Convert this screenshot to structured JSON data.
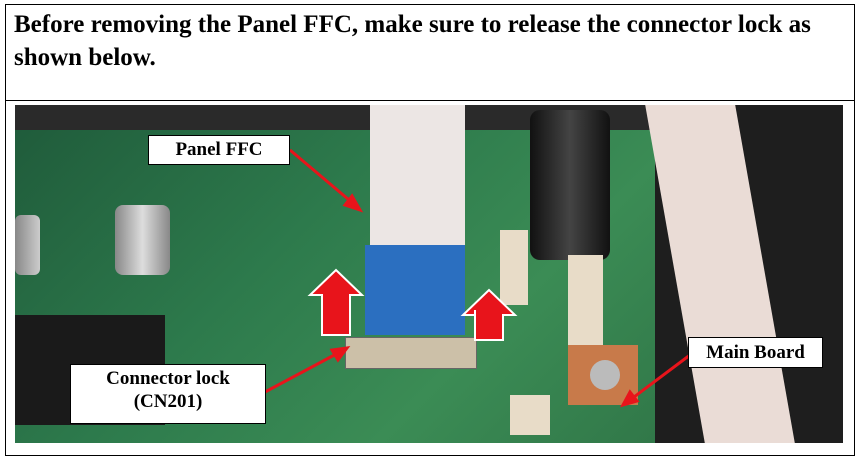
{
  "title": "Before removing the Panel FFC, make sure to release the connector lock as shown below.",
  "labels": {
    "panel_ffc": "Panel FFC",
    "connector_lock": "Connector lock",
    "connector_id": "(CN201)",
    "main_board": "Main Board"
  },
  "colors": {
    "arrow": "#e8141b",
    "board": "#2d7a4c",
    "ffc_blue": "#2b6fc0"
  }
}
